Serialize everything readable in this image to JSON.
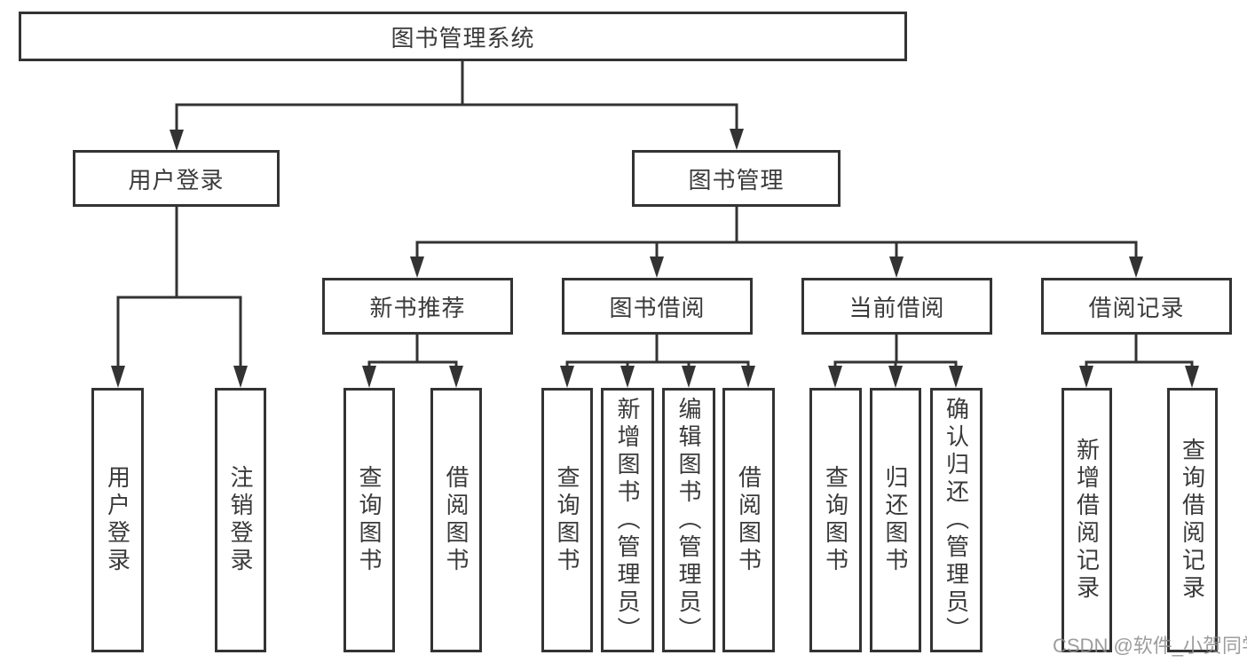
{
  "diagram": {
    "root": {
      "label": "图书管理系统",
      "children": [
        {
          "label": "用户登录",
          "children": [
            {
              "label": "用户登录"
            },
            {
              "label": "注销登录"
            }
          ]
        },
        {
          "label": "图书管理",
          "children": [
            {
              "label": "新书推荐",
              "children": [
                {
                  "label": "查询图书"
                },
                {
                  "label": "借阅图书"
                }
              ]
            },
            {
              "label": "图书借阅",
              "children": [
                {
                  "label": "查询图书"
                },
                {
                  "label": "新增图书（管理员）"
                },
                {
                  "label": "编辑图书（管理员）"
                },
                {
                  "label": "借阅图书"
                }
              ]
            },
            {
              "label": "当前借阅",
              "children": [
                {
                  "label": "查询图书"
                },
                {
                  "label": "归还图书"
                },
                {
                  "label": "确认归还（管理员）"
                }
              ]
            },
            {
              "label": "借阅记录",
              "children": [
                {
                  "label": "新增借阅记录"
                },
                {
                  "label": "查询借阅记录"
                }
              ]
            }
          ]
        }
      ]
    }
  },
  "watermark": {
    "text": "CSDN @软件_小贺同学"
  },
  "colors": {
    "line": "#333333",
    "box_border": "#333333",
    "text": "#3a3a3a",
    "watermark": "#8c8c8c",
    "background": "#ffffff"
  }
}
